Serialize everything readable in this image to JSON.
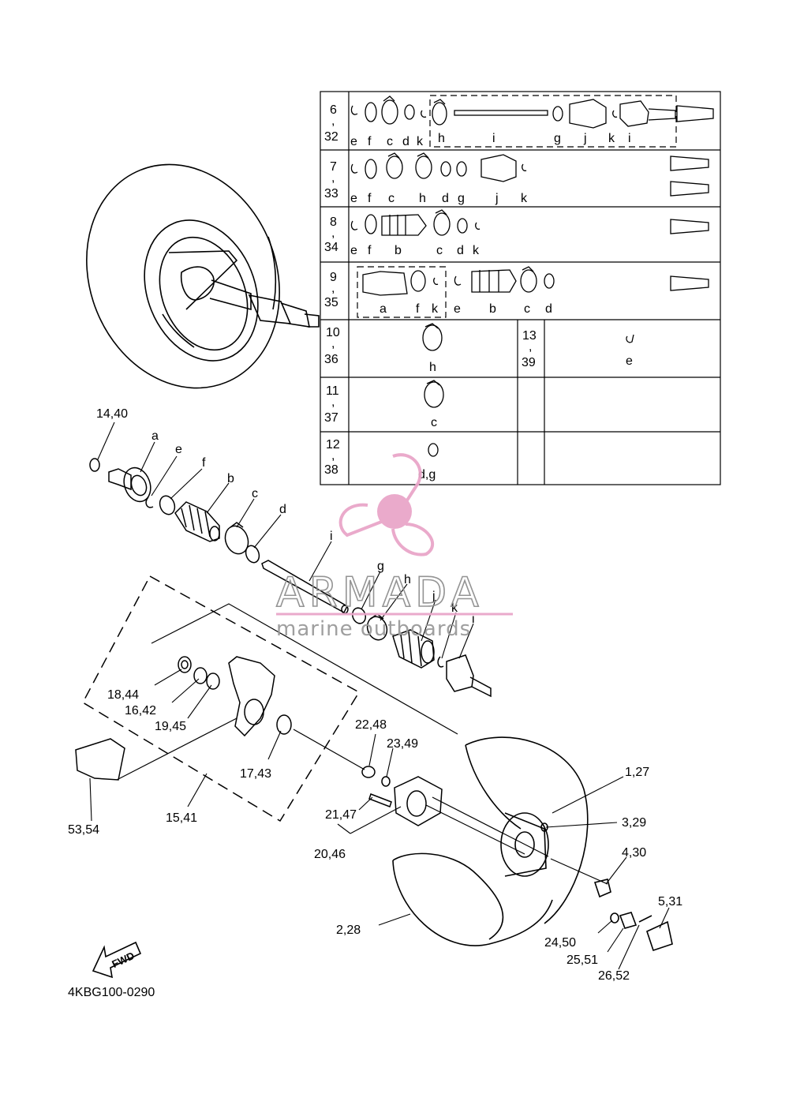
{
  "diagram": {
    "code": "4KBG100-0290",
    "fwd_label": "FWD",
    "callouts": [
      {
        "id": "c1440",
        "text": "14,40"
      },
      {
        "id": "ca",
        "text": "a"
      },
      {
        "id": "ce",
        "text": "e"
      },
      {
        "id": "cf",
        "text": "f"
      },
      {
        "id": "cb",
        "text": "b"
      },
      {
        "id": "cc",
        "text": "c"
      },
      {
        "id": "cd",
        "text": "d"
      },
      {
        "id": "ci1",
        "text": "i"
      },
      {
        "id": "cg",
        "text": "g"
      },
      {
        "id": "ch",
        "text": "h"
      },
      {
        "id": "cj",
        "text": "j"
      },
      {
        "id": "ck",
        "text": "k"
      },
      {
        "id": "ci2",
        "text": "i"
      },
      {
        "id": "c1844",
        "text": "18,44"
      },
      {
        "id": "c1642",
        "text": "16,42"
      },
      {
        "id": "c1945",
        "text": "19,45"
      },
      {
        "id": "c1743",
        "text": "17,43"
      },
      {
        "id": "c2248",
        "text": "22,48"
      },
      {
        "id": "c2349",
        "text": "23,49"
      },
      {
        "id": "c127",
        "text": "1,27"
      },
      {
        "id": "c329",
        "text": "3,29"
      },
      {
        "id": "c430",
        "text": "4,30"
      },
      {
        "id": "c531",
        "text": "5,31"
      },
      {
        "id": "c2147",
        "text": "21,47"
      },
      {
        "id": "c2046",
        "text": "20,46"
      },
      {
        "id": "c5354",
        "text": "53,54"
      },
      {
        "id": "c1541",
        "text": "15,41"
      },
      {
        "id": "c228",
        "text": "2,28"
      },
      {
        "id": "c2450",
        "text": "24,50"
      },
      {
        "id": "c2551",
        "text": "25,51"
      },
      {
        "id": "c2652",
        "text": "26,52"
      }
    ]
  },
  "table": {
    "rows": [
      {
        "num_top": "6",
        "comma": ",",
        "num_bot": "32",
        "letters": [
          "e",
          "f",
          "c",
          "d",
          "k",
          "h",
          "i",
          "g",
          "j",
          "k",
          "i"
        ]
      },
      {
        "num_top": "7",
        "comma": ",",
        "num_bot": "33",
        "letters": [
          "e",
          "f",
          "c",
          "h",
          "d",
          "g",
          "j",
          "k"
        ]
      },
      {
        "num_top": "8",
        "comma": ",",
        "num_bot": "34",
        "letters": [
          "e",
          "f",
          "b",
          "c",
          "d",
          "k"
        ]
      },
      {
        "num_top": "9",
        "comma": ",",
        "num_bot": "35",
        "letters": [
          "a",
          "f",
          "k",
          "e",
          "b",
          "c",
          "d"
        ]
      },
      {
        "num_top": "10",
        "comma": ",",
        "num_bot": "36",
        "letters": [
          "h"
        ],
        "right_top": "13",
        "right_comma": ",",
        "right_bot": "39",
        "right_letter": "e"
      },
      {
        "num_top": "11",
        "comma": ",",
        "num_bot": "37",
        "letters": [
          "c"
        ]
      },
      {
        "num_top": "12",
        "comma": ",",
        "num_bot": "38",
        "letters": [
          "d,g"
        ]
      }
    ]
  },
  "watermark": {
    "brand": "ARMADA",
    "tagline": "marine outboards",
    "color": "#e9a6c9"
  }
}
